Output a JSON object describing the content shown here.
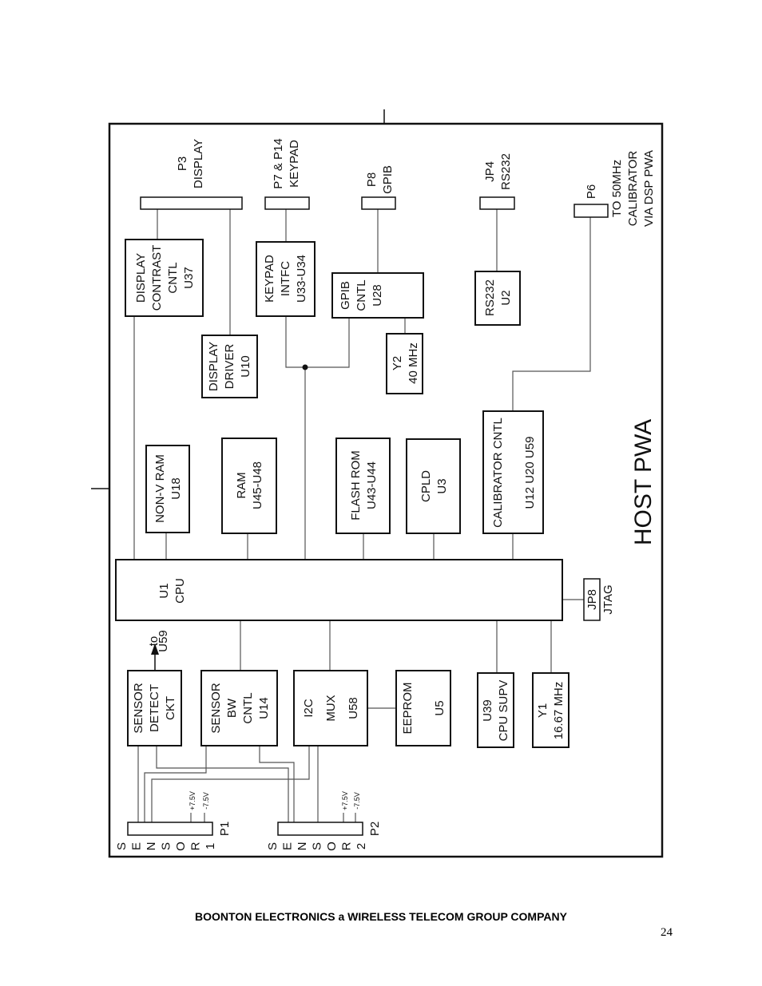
{
  "diagram": {
    "title": "HOST PWA",
    "blocks": {
      "display_contrast": [
        "DISPLAY",
        "CONTRAST",
        "CNTL",
        "U37"
      ],
      "display_driver": [
        "DISPLAY",
        "DRIVER",
        "U10"
      ],
      "keypad_intfc": [
        "KEYPAD",
        "INTFC",
        "U33-U34"
      ],
      "gpib_cntl": [
        "GPIB",
        "CNTL",
        "U28"
      ],
      "y2": [
        "Y2",
        "40 MHz"
      ],
      "rs232": [
        "RS232",
        "U2"
      ],
      "non_v_ram": [
        "NON-V RAM",
        "U18"
      ],
      "ram": [
        "RAM",
        "U45-U48"
      ],
      "flash_rom": [
        "FLASH ROM",
        "U43-U44"
      ],
      "cpld": [
        "CPLD",
        "U3"
      ],
      "calibrator_cntl": [
        "CALIBRATOR CNTL",
        "U12 U20 U59"
      ],
      "cpu": [
        "U1",
        "CPU"
      ],
      "sensor_detect": [
        "SENSOR",
        "DETECT",
        "CKT"
      ],
      "sensor_bw": [
        "SENSOR",
        "BW",
        "CNTL",
        "U14"
      ],
      "i2c_mux": [
        "I2C",
        "MUX",
        "U58"
      ],
      "eeprom": [
        "EEPROM",
        "U5"
      ],
      "cpu_supv": [
        "U39",
        "CPU SUPV"
      ],
      "y1": [
        "Y1",
        "16.67 MHz"
      ]
    },
    "connectors": {
      "p3": [
        "P3",
        "DISPLAY"
      ],
      "p7_p14": [
        "P7 & P14",
        "KEYPAD"
      ],
      "p8": [
        "P8",
        "GPIB"
      ],
      "jp4": [
        "JP4",
        "RS232"
      ],
      "p6": [
        "P6"
      ],
      "p6_note": [
        "TO 50MHz",
        "CALIBRATOR",
        "VIA DSP PWA"
      ],
      "jp8": [
        "JP8",
        "JTAG"
      ],
      "p1": "P1",
      "p2": "P2"
    },
    "arrow_note": [
      "to",
      "U59"
    ],
    "supply": {
      "pos": "+7.5V",
      "neg": "-7.5V"
    },
    "sensor1_label": [
      "S",
      "E",
      "N",
      "S",
      "O",
      "R",
      "1"
    ],
    "sensor2_label": [
      "S",
      "E",
      "N",
      "S",
      "O",
      "R",
      "2"
    ]
  },
  "footer": {
    "company": "BOONTON ELECTRONICS a WIRELESS TELECOM GROUP COMPANY",
    "page_number": "24"
  }
}
